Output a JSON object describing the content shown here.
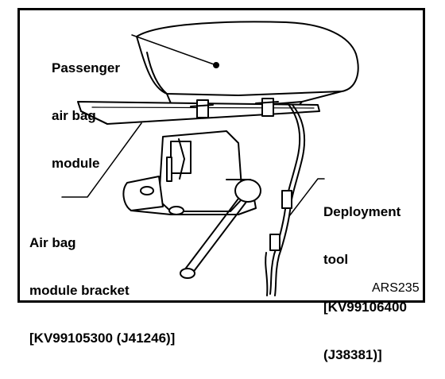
{
  "labels": {
    "passenger_airbag_module": [
      "Passenger",
      "air bag",
      "module"
    ],
    "bracket": [
      "Air bag",
      "module bracket",
      "[KV99105300 (J41246)]"
    ],
    "deployment_tool": [
      "Deployment",
      "tool",
      "[KV99106400",
      "(J38381)]"
    ]
  },
  "figure_code": "ARS235"
}
